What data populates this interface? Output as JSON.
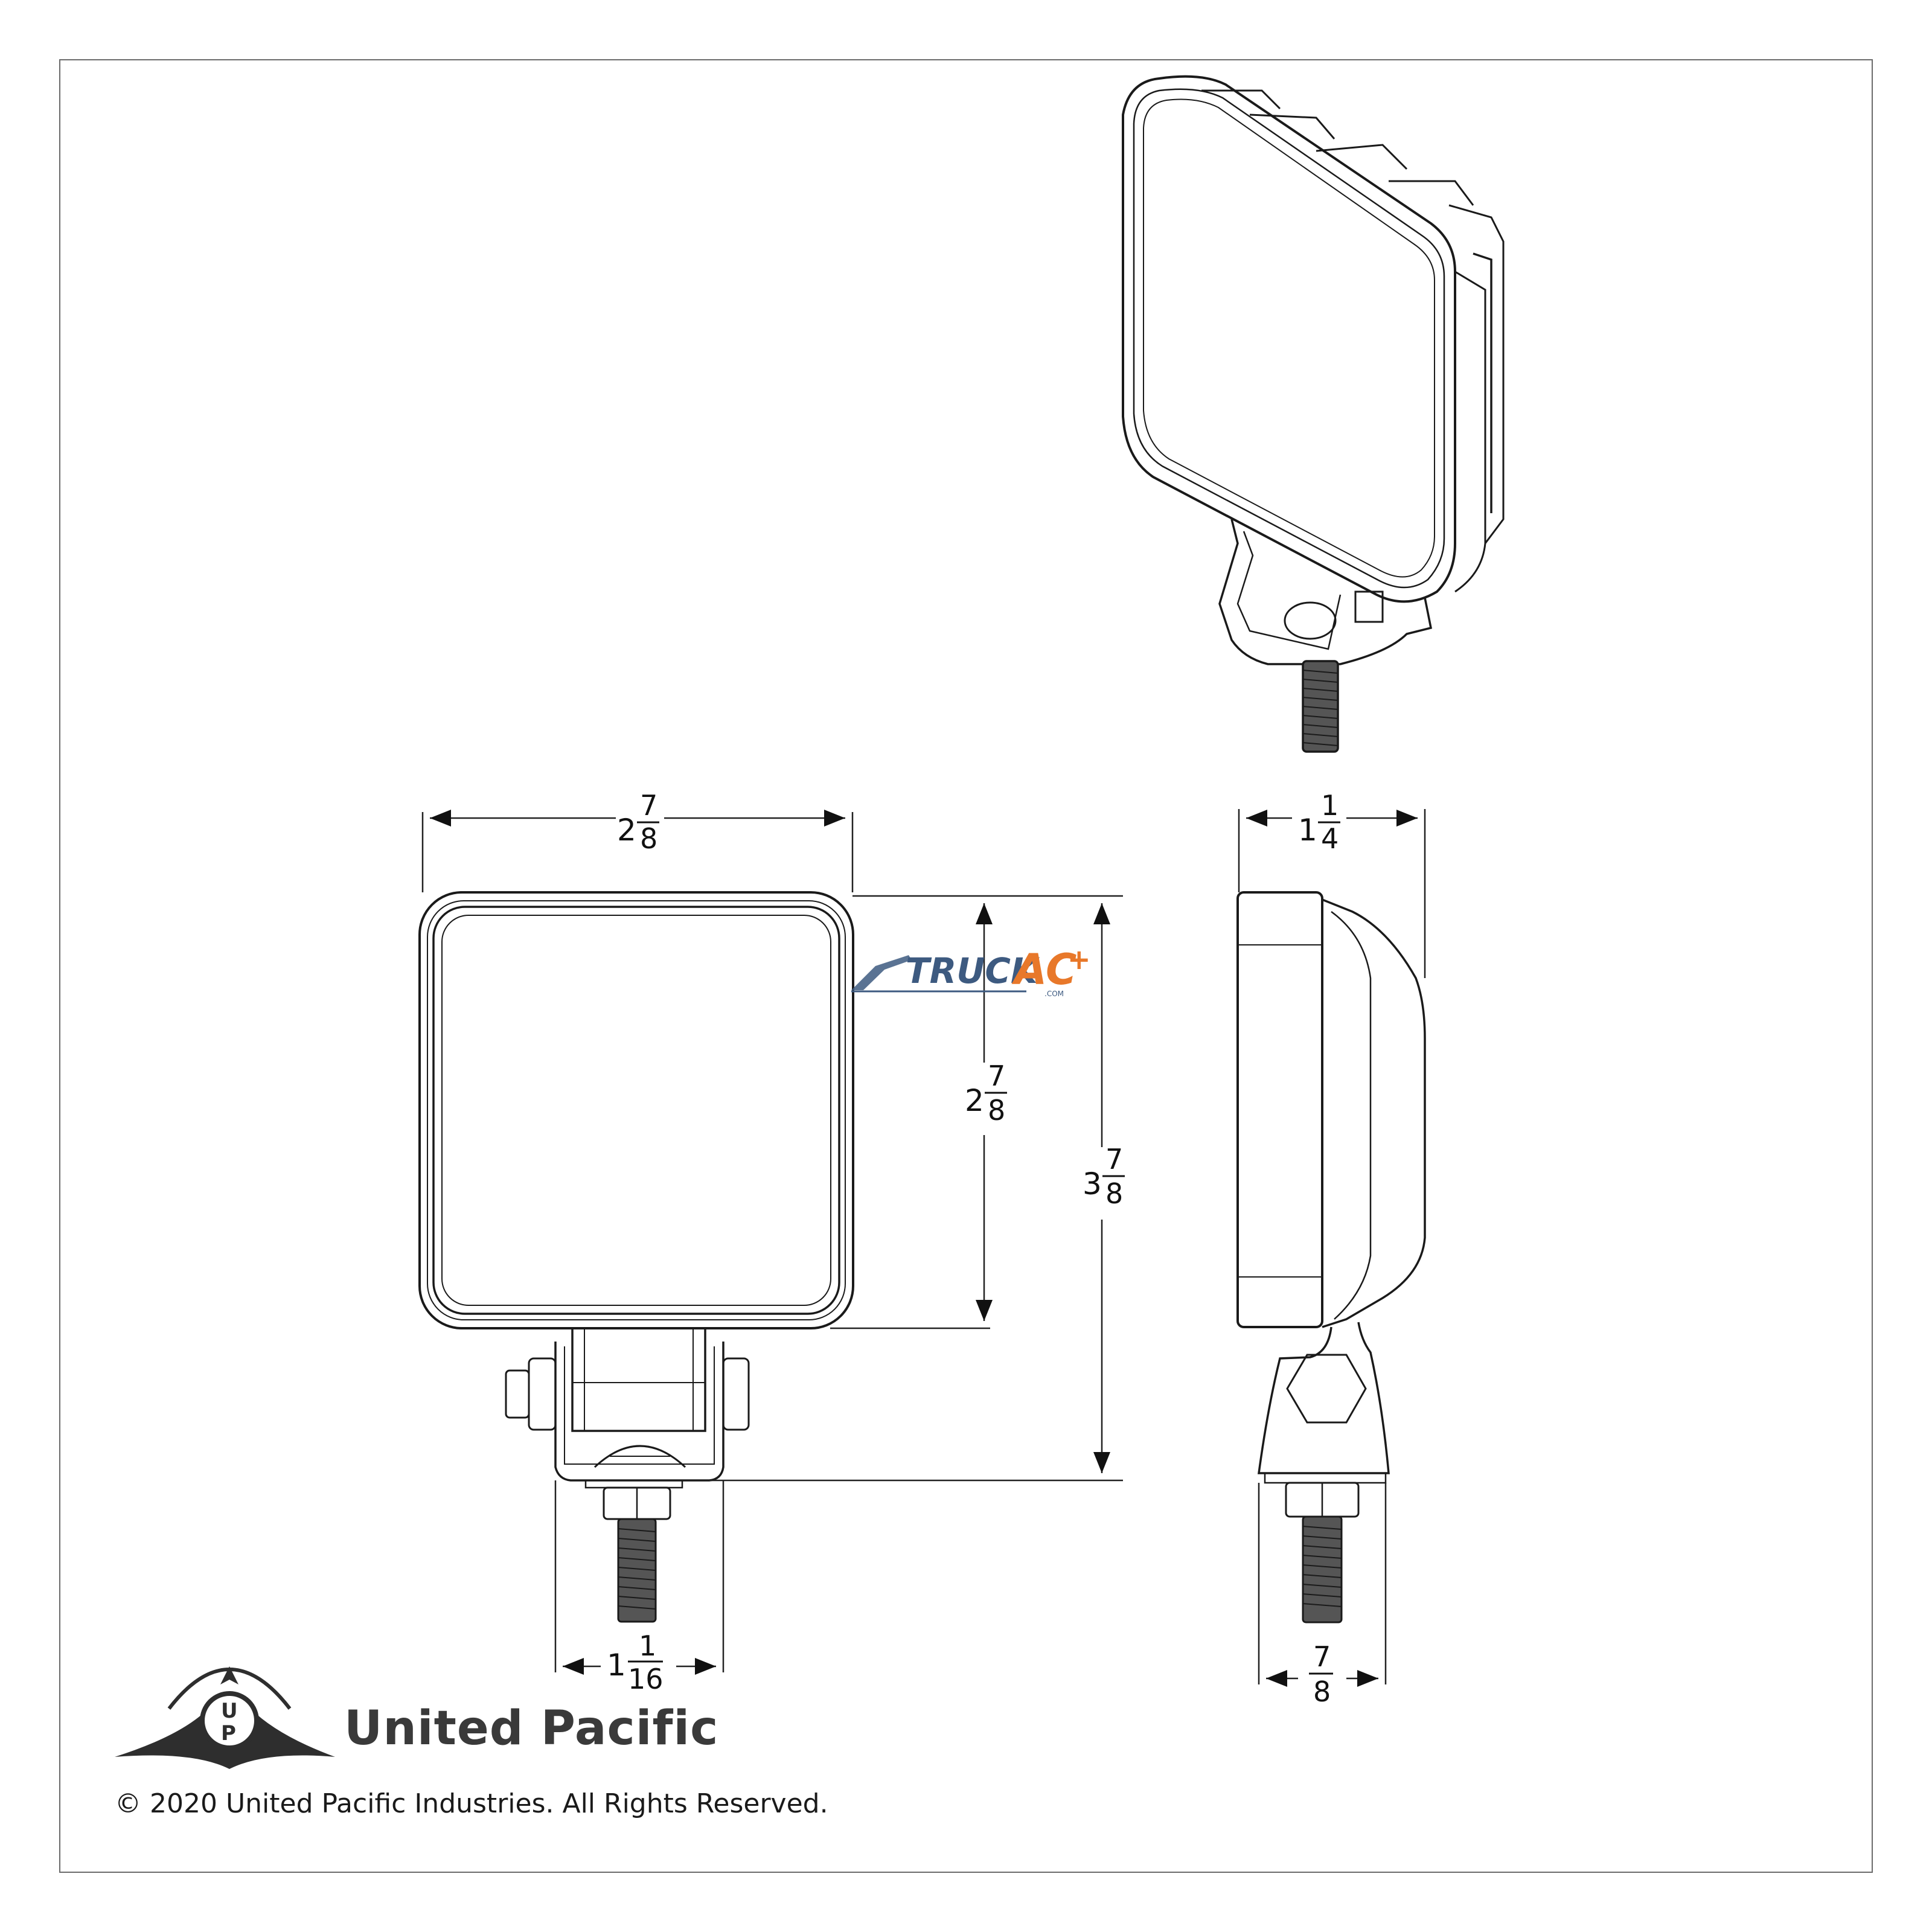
{
  "dimensions": {
    "front_width": {
      "whole": "2",
      "num": "7",
      "den": "8"
    },
    "front_lens_height": {
      "whole": "2",
      "num": "7",
      "den": "8"
    },
    "overall_height": {
      "whole": "3",
      "num": "7",
      "den": "8"
    },
    "side_depth": {
      "whole": "1",
      "num": "1",
      "den": "4"
    },
    "bracket_width": {
      "whole": "1",
      "num": "1",
      "den": "16"
    },
    "side_base_width": {
      "whole": "",
      "num": "7",
      "den": "8"
    }
  },
  "watermark": {
    "part1": "TRUCK",
    "part2": "AC",
    "plus": "+",
    "suffix": ".COM"
  },
  "brand": {
    "name": "United Pacific",
    "logo_letters": [
      "U",
      "P"
    ]
  },
  "footer": {
    "copyright": "© 2020 United Pacific Industries. All Rights Reserved."
  },
  "colors": {
    "line": "#1a1a1a",
    "watermark_blue": "#3d5a80",
    "watermark_orange": "#e8782a",
    "brand": "#3a3a3a"
  }
}
